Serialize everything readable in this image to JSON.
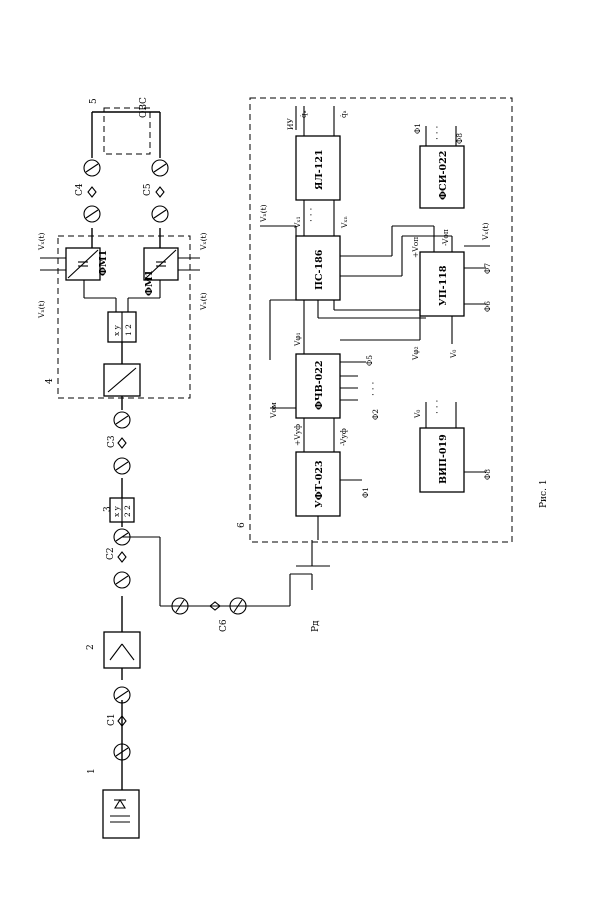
{
  "figure_caption": "Рис. 1",
  "numbers": {
    "n1": "1",
    "n2": "2",
    "n3": "3",
    "n4": "4",
    "n5": "5",
    "n6": "6"
  },
  "couplers": {
    "c1": "C1",
    "c2": "C2",
    "c3": "C3",
    "c4": "C4",
    "c5": "C5",
    "c6": "C6"
  },
  "sensor": "ОВС",
  "modulators": {
    "fm1_top": "ФМ1",
    "fm1_bottom": "ФМ1"
  },
  "splitter_labels": {
    "s3_top": "x y",
    "s3_bottom": "2 2",
    "s4_top": "x y",
    "s4_bottom": "1 2"
  },
  "side_signals": {
    "vx_top": "Vₓ(t)",
    "vp_top": "Vₙ(t)",
    "vx_bottom": "Vₓ(t)",
    "vp_bottom": "Vₙ(t)"
  },
  "rd": "Pд",
  "blocks": {
    "yal": "ЯЛ-121",
    "ps": "ПС-186",
    "up": "УП-118",
    "fsi": "ФСИ-022",
    "fchv": "ФЧВ-022",
    "uft": "УФТ-023",
    "vip": "ВИП-019"
  },
  "signals": {
    "iu": "ИУ",
    "q_top": "q̇ₐ",
    "q_bot": "q̇ₐ",
    "vp_ps": "Vₙ(t)",
    "vx1": "Vₓ₁",
    "vxn": "Vₓₙ",
    "vfi": "Vφ₁",
    "vom": "Vом",
    "vvf_plus": "+Vуф",
    "vvf_minus": "-Vуф",
    "vop_plus": "+Vоп",
    "vop_minus": "-Vоп",
    "vx_up": "Vₓ(t)",
    "vf2": "Vφ₂",
    "v0_up": "V₀",
    "v0_vip": "V₀"
  },
  "phi": {
    "fsi_left": "Ф1",
    "fsi_right": "Ф8",
    "f7": "Ф7",
    "f6": "Ф6",
    "f5": "Ф5",
    "f2": "Ф2",
    "f1": "Ф1",
    "f8": "Ф8",
    "dots": "· · ·"
  }
}
